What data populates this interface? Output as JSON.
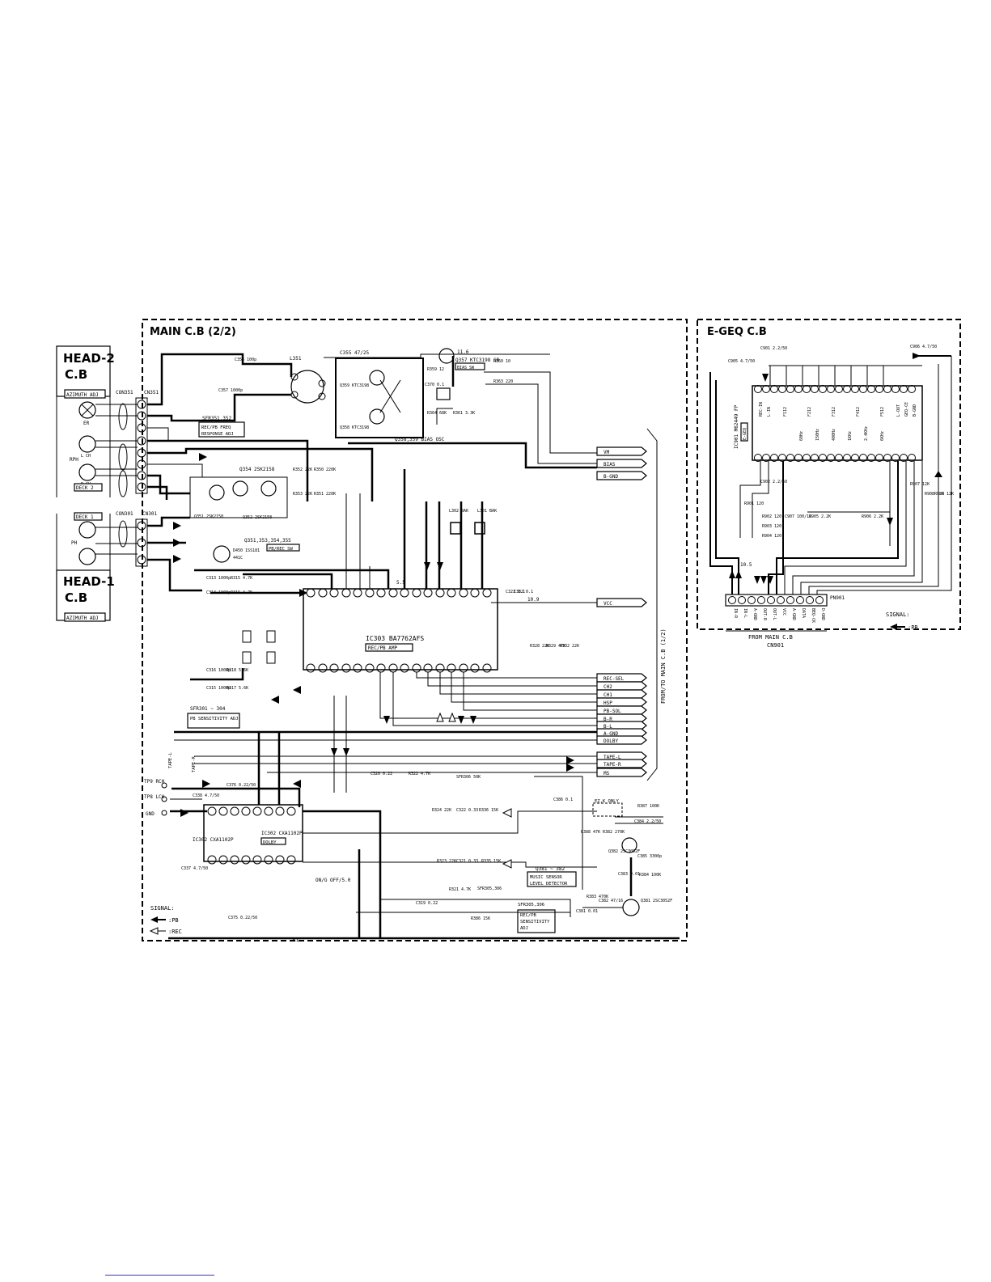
{
  "boards": {
    "head2": {
      "title_line1": "HEAD-2",
      "title_line2": "C.B",
      "adj": "AZIMUTH ADJ"
    },
    "head1": {
      "title_line1": "HEAD-1",
      "title_line2": "C.B",
      "adj": "AZIMUTH ADJ"
    },
    "main": {
      "title": "MAIN C.B (2/2)"
    },
    "egeq": {
      "title": "E-GEQ C.B"
    }
  },
  "connectors": {
    "cn351": "CN351",
    "cn301": "CN301",
    "con351": "CON351",
    "con301": "CON301",
    "pn901": "PN901",
    "cn901_caption1": "FROM MAIN C.B",
    "cn901_caption2": "CN901",
    "from_to": "FROM/TO MAIN C.B (1/2)"
  },
  "heads": {
    "er": "ER",
    "rph": "RPH",
    "lch": "L CH",
    "rch": "R CH",
    "deck2": "DECK 2",
    "deck1": "DECK 1",
    "ph": "PH"
  },
  "ics": {
    "ic303": "IC303 BA7762AFS",
    "ic303_func": "REC/PB AMP",
    "ic302": "IC302 CXA1102P",
    "ic302_func": "DOLBY",
    "ic901": "IC901 M62449 FP",
    "ic901_func": "E-GEQ"
  },
  "transistors": {
    "q357": "Q357 KTC3198 GR",
    "q357_func": "BIAS SW",
    "q358": "Q358 KTC3198",
    "q359": "Q359 KTC3198",
    "q358_359_func": "Q358,359 BIAS OSC",
    "q354": "Q354 2SK2158",
    "q351": "Q351 2SK2158",
    "q352": "Q352 2SK2158",
    "q351_sw": "Q351,353,354,355",
    "q351_sw_func": "PB/REC SW",
    "q381": "Q381 2SC3052F",
    "q382": "Q382 2SC3052F",
    "q381_func1": "Q381 ~ 382",
    "q381_func2": "MUSIC SENSOR",
    "q381_func3": "LEVEL DETECTOR",
    "d450": "D450 1SS181",
    "q441": "441C"
  },
  "adjust": {
    "sfr351": "SFR351,352",
    "sfr351_func1": "REC/PB FREQ",
    "sfr351_func2": "RESPONSE ADJ",
    "sfr301": "SFR301 ~ 304",
    "sfr301_func": "PB SENSITIVITY ADJ",
    "sfr305": "SFR305,306",
    "sfr305_func1": "REC/PB",
    "sfr305_func2": "SENSITIVITY",
    "sfr305_func3": "ADJ",
    "ez_only": "EZ,K ONLY",
    "dolby_onoff": "ON/G OFF/5.0"
  },
  "signals": {
    "right_bus": [
      "VM",
      "BIAS",
      "B-GND"
    ],
    "vcc": "VCC",
    "ctrl_bus": [
      "REC-SEL",
      "CH2",
      "CH1",
      "HSP",
      "PB-SOL",
      "B-R",
      "B-L",
      "A-GND",
      "DOLBY",
      "TAPE-L",
      "TAPE-R",
      "MS"
    ],
    "tape_l": "TAPE-L",
    "tape_r": "TAPE-R",
    "tp9": "TP9 RCH",
    "tp8": "TP8 LCH",
    "gnd": "GND",
    "voltage_116": "11.6",
    "voltage_109": "10.9",
    "voltage_55": "5.5",
    "voltage_105": "10.5",
    "k1": "K1"
  },
  "pn901_pins": [
    "IN-R",
    "IN-L",
    "A-GND",
    "OUT-R",
    "OUT-L",
    "VCC",
    "A-GND",
    "DATA",
    "BEQ-CK",
    "D-GND"
  ],
  "egeq_top_labels": [
    "REC-IN",
    "L-IN",
    "F112",
    "F212",
    "F312",
    "F412",
    "F512",
    "L-OUT",
    "GEQ-CE",
    "B-GND"
  ],
  "egeq_freq": [
    "60Hz",
    "150Hz",
    "400Hz",
    "1KHz",
    "2.4KHz",
    "6KHz"
  ],
  "legend_main": {
    "title": "SIGNAL:",
    "pb": ":PB",
    "rec": ":REC"
  },
  "legend_egeq": {
    "title": "SIGNAL:",
    "pb": ":PB"
  },
  "parts": {
    "r352": "R352 22K",
    "r353": "R353 22K",
    "r350": "R350 220K",
    "r351": "R351 220K",
    "c355": "C355 47/25",
    "c356": "C356 100p",
    "c357": "C357 1000p",
    "l351": "L351",
    "r359": "R359 12",
    "r360": "R360 10",
    "r363": "R363 220",
    "r364": "R364 68K",
    "r361": "R361 3.3K",
    "c370": "C370 0.1",
    "l302": "L302 BAK",
    "l301": "L301 BAK",
    "c313": "C313 1000p",
    "c314": "C314 1000p",
    "r315": "R315 4.7K",
    "r316": "R316 4.7K",
    "c316": "C316 1000p",
    "c315": "C315 1000p",
    "r318": "R318 5.6K",
    "r317": "R317 5.6K",
    "c323": "C323 0.1",
    "c332": "C332 0.1",
    "r328": "R328 22K",
    "r329": "R329 47K",
    "r332": "R332 22K",
    "c376": "C376 0.22/50",
    "c375": "C375 0.22/50",
    "c338": "C338 4.7/50",
    "c337": "C337 4.7/50",
    "c320": "C320 0.22",
    "r322": "R322 4.7K",
    "sfr306": "SFR306 50K",
    "c322": "C322 0.33",
    "r324": "R324 22K",
    "r336": "R336 15K",
    "c321": "C321 0.33",
    "r323": "R323 22K",
    "r335": "R335 15K",
    "c319": "C319 0.22",
    "r321": "R321 4.7K",
    "r386": "R386 15K",
    "c386": "C386 0.1",
    "c384": "C384 2.2/50",
    "r387": "R387 100K",
    "r388": "R388 47K",
    "r382": "R382 270K",
    "c385": "C385 3300p",
    "r384": "R384 100K",
    "c383": "C383 0.01",
    "c381": "C381 0.01",
    "c382": "C382 47/16",
    "r383": "R383 470K",
    "c905": "C905 4.7/50",
    "c906": "C906 4.7/50",
    "c901": "C901 2.2/50",
    "c902": "C902 2.2/50",
    "r901": "R901 120",
    "r902": "R902 120",
    "r903": "R903 120",
    "r904": "R904 120",
    "r905": "R905 2.2K",
    "r906": "R906 2.2K",
    "r907": "R907 12K",
    "r908": "R908 12K",
    "r909": "R909 12K",
    "c907": "C907 100/16"
  }
}
